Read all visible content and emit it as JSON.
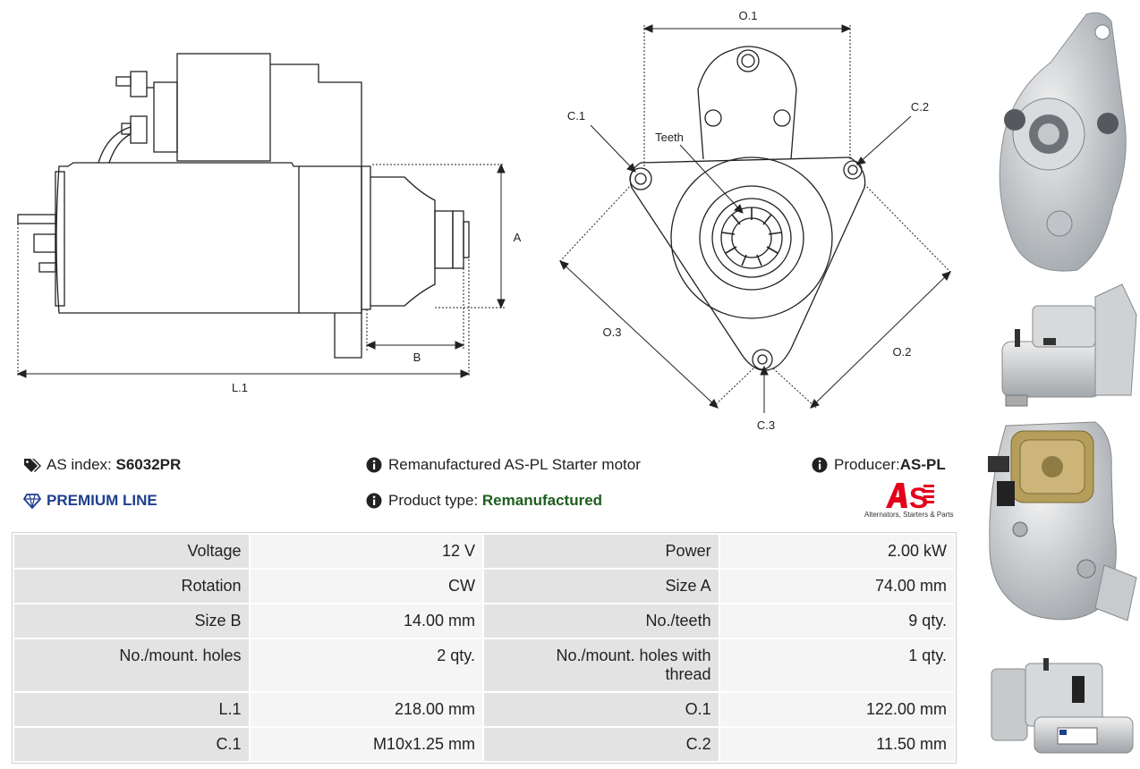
{
  "drawing": {
    "labels": {
      "o1": "O.1",
      "c1": "C.1",
      "c2": "C.2",
      "teeth": "Teeth",
      "a": "A",
      "o3": "O.3",
      "o2": "O.2",
      "b": "B",
      "l1": "L.1",
      "c3": "C.3"
    }
  },
  "info": {
    "as_index_label": "AS index:",
    "as_index_value": "S6032PR",
    "description": "Remanufactured AS-PL Starter motor",
    "producer_label": "Producer:",
    "producer_value": "AS-PL",
    "premium_line": "PREMIUM LINE",
    "product_type_label": "Product type:",
    "product_type_value": "Remanufactured"
  },
  "logo": {
    "mark": "AS",
    "tagline": "Alternators, Starters & Parts",
    "colors": {
      "brand": "#e3001b"
    }
  },
  "icons": {
    "tags": "tags-icon",
    "info": "info-icon",
    "gem": "gem-icon"
  },
  "specs": [
    {
      "label1": "Voltage",
      "value1": "12 V",
      "label2": "Power",
      "value2": "2.00 kW"
    },
    {
      "label1": "Rotation",
      "value1": "CW",
      "label2": "Size A",
      "value2": "74.00 mm"
    },
    {
      "label1": "Size B",
      "value1": "14.00 mm",
      "label2": "No./teeth",
      "value2": "9 qty."
    },
    {
      "label1": "No./mount. holes",
      "value1": "2 qty.",
      "label2": "No./mount. holes with thread",
      "value2": "1 qty."
    },
    {
      "label1": "L.1",
      "value1": "218.00 mm",
      "label2": "O.1",
      "value2": "122.00 mm"
    },
    {
      "label1": "C.1",
      "value1": "M10x1.25 mm",
      "label2": "C.2",
      "value2": "11.50 mm"
    }
  ]
}
